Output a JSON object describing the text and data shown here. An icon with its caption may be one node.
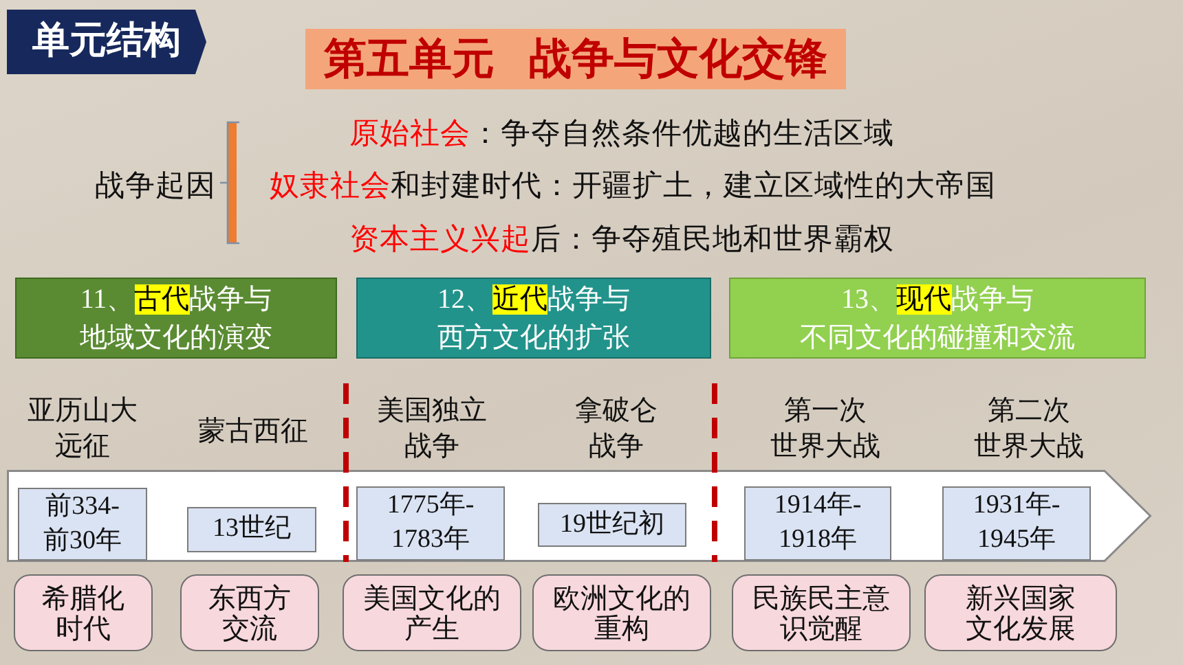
{
  "diagram": {
    "title": "第五单元 战争与文化交锋",
    "nodes": [
      {
        "text": [
          "单元结构"
        ]
      },
      {
        "text": [
          "11、**古代**战争与地域文化的演变"
        ]
      },
      {
        "text": [
          "12、**近代**战争与西方文化的扩张"
        ]
      },
      {
        "text": [
          "13、**现代**战争与不同文化的碰撞和交流"
        ]
      },
      {
        "text": [],
        "shape": "arrow"
      },
      {
        "text": [
          "前334-前30年"
        ],
        "in": 4
      },
      {
        "text": [
          "13世纪"
        ],
        "in": 4
      },
      {
        "text": [
          "1775年-1783年"
        ],
        "in": 4
      },
      {
        "text": [
          "19世纪初"
        ],
        "in": 4
      },
      {
        "text": [
          "1914年-1918年"
        ],
        "in": 4
      },
      {
        "text": [
          "1931年-1945年"
        ],
        "in": 4
      },
      {
        "text": [
          "希腊化时代"
        ]
      },
      {
        "text": [
          "东西方交流"
        ]
      },
      {
        "text": [
          "美国文化的产生"
        ]
      },
      {
        "text": [
          "欧洲文化的重构"
        ]
      },
      {
        "text": [
          "民族民主意识觉醒"
        ]
      },
      {
        "text": [
          "新兴国家文化发展"
        ]
      }
    ],
    "labels": [
      "战争起因",
      "**原始社会**：争夺自然条件优越的生活区域",
      "**奴隶社会**和封建时代：开疆扩土，建立区域性的大帝国",
      "**资本主义兴起**后：争夺殖民地和世界霸权",
      "亚历山大远征",
      "蒙古西征",
      "美国独立战争",
      "拿破仑战争",
      "第一次世界大战",
      "第二次世界大战"
    ]
  }
}
